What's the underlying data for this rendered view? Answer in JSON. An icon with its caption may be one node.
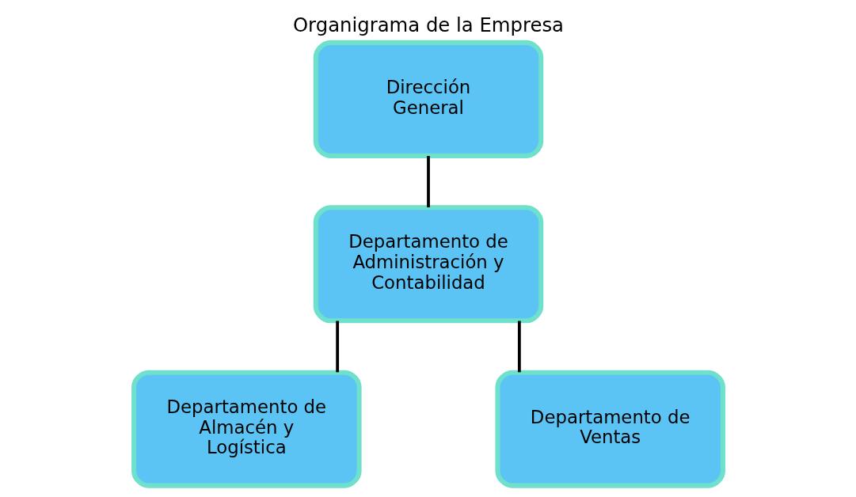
{
  "diagram": {
    "title": "Organigrama de la Empresa",
    "nodes": [
      {
        "text": [
          "Dirección General"
        ]
      },
      {
        "text": [
          "Departamento de Administración y Contabilidad"
        ]
      },
      {
        "text": [
          "Departamento de Almacén y Logística"
        ]
      },
      {
        "text": [
          "Departamento de Ventas"
        ]
      }
    ],
    "edges": [
      {
        "from": 0,
        "to": 1,
        "arrow": "none"
      },
      {
        "from": 1,
        "to": 2,
        "arrow": "none"
      },
      {
        "from": 1,
        "to": 3,
        "arrow": "none"
      }
    ]
  }
}
